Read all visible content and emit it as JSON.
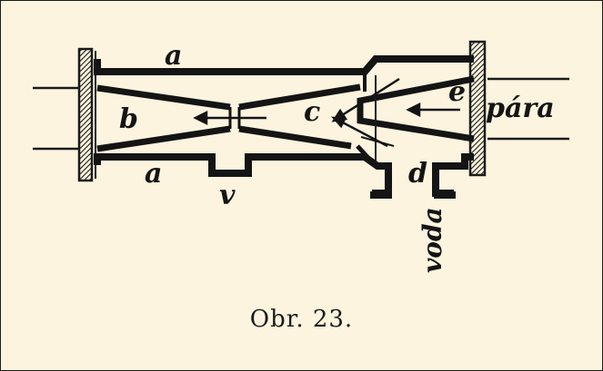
{
  "figure": {
    "labels": {
      "a_top": "a",
      "a_bottom": "a",
      "b": "b",
      "c": "c",
      "d": "d",
      "e": "e",
      "v": "v",
      "steam": "pára",
      "water": "voda"
    },
    "caption": "Obr. 23."
  }
}
